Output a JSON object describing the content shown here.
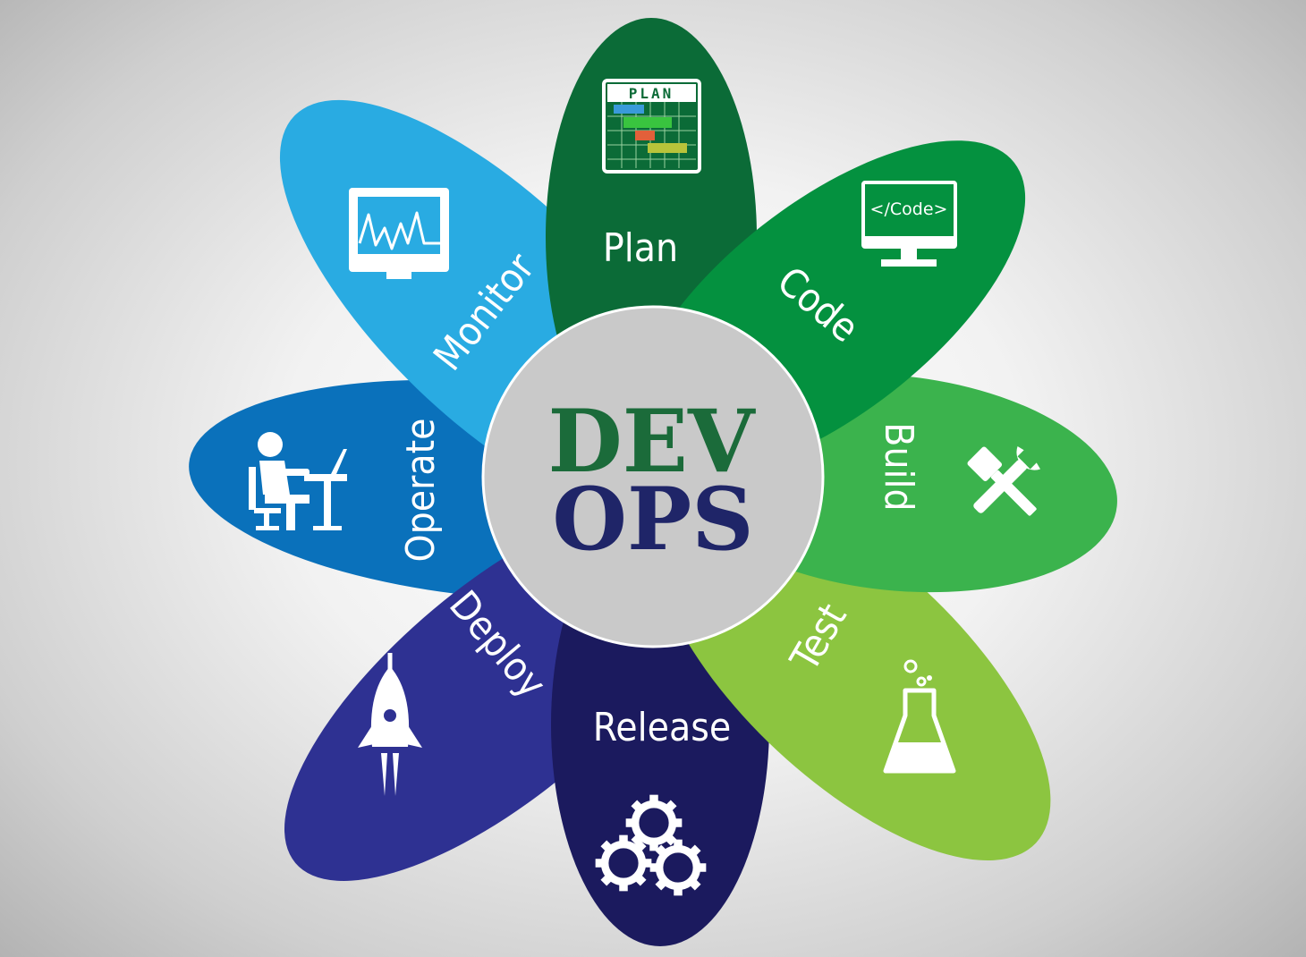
{
  "center": {
    "line1": "DEV",
    "line2": "OPS",
    "line1_color": "#1b6b3a",
    "line2_color": "#1f2568",
    "circle_color": "#c9c9c9"
  },
  "petals": [
    {
      "id": "plan",
      "label": "Plan",
      "color": "#0b6b37",
      "icon": "plan-chart-icon",
      "icon_text": "PLAN"
    },
    {
      "id": "code",
      "label": "Code",
      "color": "#04913f",
      "icon": "monitor-code-icon",
      "icon_text": "</Code>"
    },
    {
      "id": "build",
      "label": "Build",
      "color": "#3bb34d",
      "icon": "wrench-screwdriver-icon"
    },
    {
      "id": "test",
      "label": "Test",
      "color": "#8cc540",
      "icon": "flask-icon"
    },
    {
      "id": "release",
      "label": "Release",
      "color": "#1b1a5e",
      "icon": "gears-icon"
    },
    {
      "id": "deploy",
      "label": "Deploy",
      "color": "#2e3192",
      "icon": "rocket-icon"
    },
    {
      "id": "operate",
      "label": "Operate",
      "color": "#0a71bb",
      "icon": "person-at-desk-icon"
    },
    {
      "id": "monitor",
      "label": "Monitor",
      "color": "#29abe2",
      "icon": "monitor-graph-icon"
    }
  ]
}
